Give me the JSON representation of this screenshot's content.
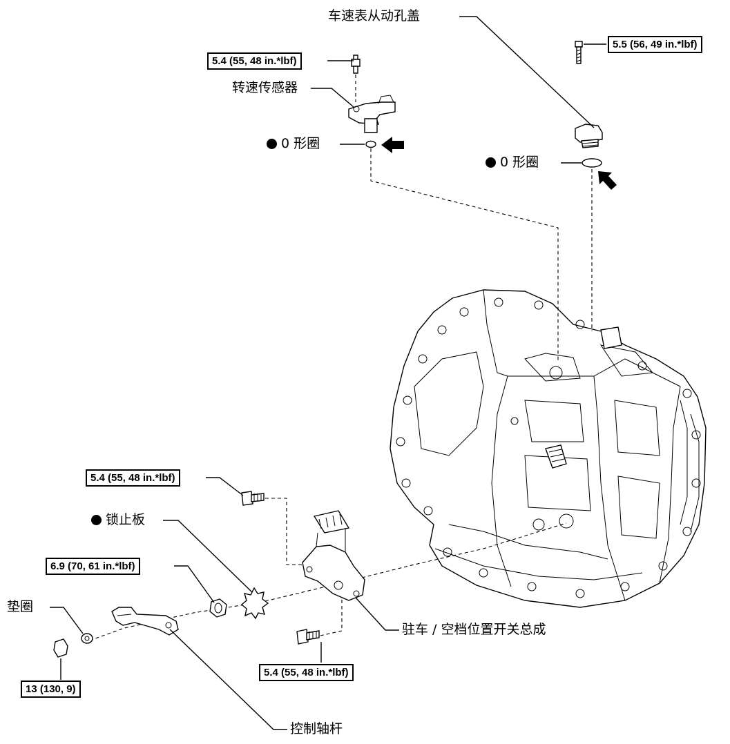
{
  "labels": {
    "speedometer_cap": "车速表从动孔盖",
    "speed_sensor": "转速传感器",
    "o_ring_left": "0  形圈",
    "o_ring_right": "0  形圈",
    "lock_plate": "锁止板",
    "washer": "垫圈",
    "park_neutral_switch": "驻车 / 空档位置开关总成",
    "control_shaft_lever": "控制轴杆"
  },
  "torques": {
    "sensor_bolt": "5.4 (55, 48 in.*lbf)",
    "cap_bolt": "5.5 (56, 49 in.*lbf)",
    "switch_bolt_upper": "5.4 (55, 48 in.*lbf)",
    "nut": "6.9 (70, 61 in.*lbf)",
    "switch_bolt_lower": "5.4 (55, 48 in.*lbf)",
    "lever_nut": "13 (130, 9)"
  }
}
